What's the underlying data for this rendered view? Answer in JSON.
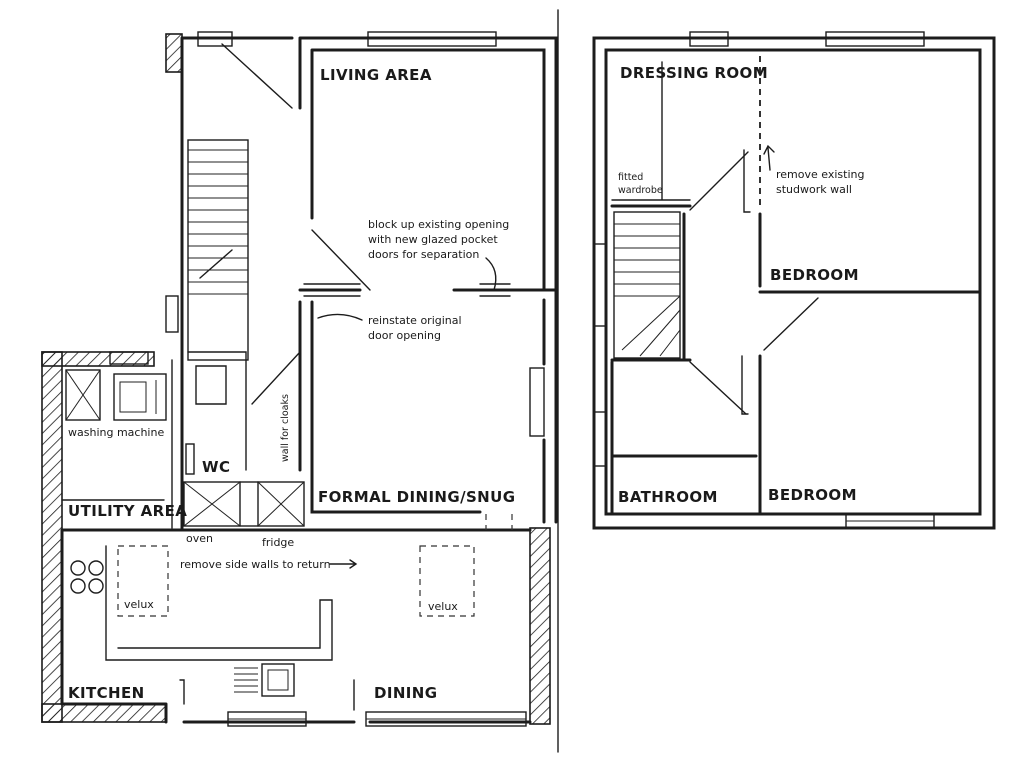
{
  "ground_floor": {
    "rooms": {
      "living_area": "LIVING AREA",
      "wc": "WC",
      "formal_dining_snug": "FORMAL DINING/SNUG",
      "utility_area": "UTILITY AREA",
      "kitchen": "KITCHEN",
      "dining": "DINING"
    },
    "fixtures": {
      "washing_machine": "washing machine",
      "oven": "oven",
      "fridge": "fridge",
      "velux_left": "velux",
      "velux_right": "velux",
      "wall_for_cloaks": "wall for cloaks"
    },
    "notes": {
      "block_up": [
        "block up existing opening",
        "with new glazed pocket",
        "doors for separation"
      ],
      "reinstate": [
        "reinstate original",
        "door opening"
      ],
      "remove_side_walls": "remove side walls to return"
    }
  },
  "first_floor": {
    "rooms": {
      "dressing_room": "DRESSING ROOM",
      "bedroom_upper": "BEDROOM",
      "bedroom_lower": "BEDROOM",
      "bathroom": "BATHROOM"
    },
    "fixtures": {
      "fitted_wardrobe": [
        "fitted",
        "wardrobe"
      ]
    },
    "notes": {
      "remove_studwork": [
        "remove existing",
        "studwork wall"
      ]
    }
  }
}
